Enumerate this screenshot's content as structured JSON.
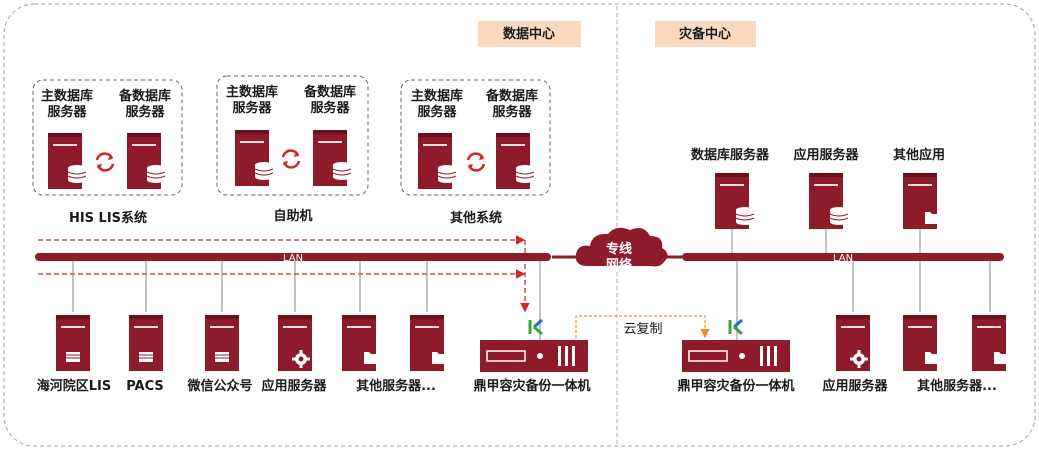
{
  "headers": {
    "data_center": "数据中心",
    "dr_center": "灾备中心"
  },
  "server_pair": {
    "primary": [
      "主数据库",
      "服务器"
    ],
    "backup": [
      "备数据库",
      "服务器"
    ]
  },
  "groups": [
    "HIS LIS系统",
    "自助机",
    "其他系统"
  ],
  "dr_servers": [
    "数据库服务器",
    "应用服务器",
    "其他应用"
  ],
  "network": {
    "cloud_line1": "专线",
    "cloud_line2": "网络",
    "lan_label": "LAN",
    "cloud_replication": "云复制"
  },
  "endpoints": [
    "海河院区LIS",
    "PACS",
    "微信公众号",
    "应用服务器",
    "其他服务器..."
  ],
  "appliance": {
    "label": "鼎甲容灾备份一体机",
    "logo": "K"
  },
  "dr_endpoints": [
    "应用服务器",
    "其他服务器..."
  ],
  "colors": {
    "server": "#8e1b2a",
    "accent_dark": "#6a0f1c",
    "header_bg": "#f9d9c0",
    "arrow_red": "#cc2a2a",
    "arrow_orange": "#e8912e",
    "logo_green": "#3aa63a",
    "logo_blue": "#1f6fc4"
  }
}
